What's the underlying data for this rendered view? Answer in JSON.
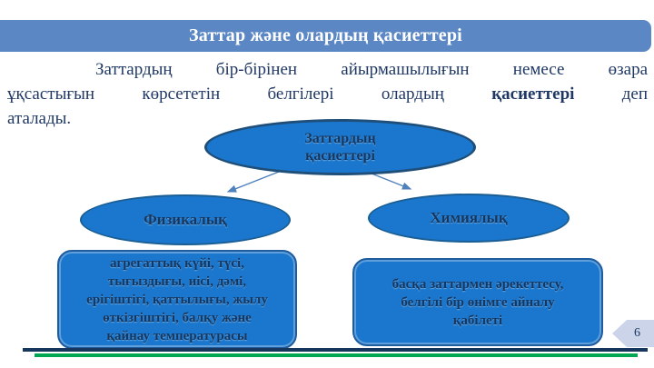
{
  "slide": {
    "title": "Заттар және олардың қасиеттері",
    "paragraph": {
      "line1": "Заттардың бір-бірінен айырмашылығын немесе өзара",
      "line2_before": "ұқсастығын көрсететін белгілері олардың ",
      "line2_bold": "қасиеттері",
      "line2_after": " деп",
      "line3": "аталады."
    },
    "diagram": {
      "root_line1": "Заттардың",
      "root_line2": "қасиеттері",
      "left_branch": "Физикалық",
      "right_branch": "Химиялық",
      "left_detail_lines": [
        "агрегаттық күйі, түсі,",
        "тығыздығы, иісі, дәмі,",
        "ерігіштігі, қаттылығы, жылу",
        "өткізгіштігі, балқу және",
        "қайнау температурасы"
      ],
      "right_detail_lines": [
        "басқа заттармен әрекеттесу,",
        "белгілі бір өнімге айналу",
        "қабілеті"
      ]
    },
    "page_number": "6",
    "colors": {
      "title_bar": "#5b87c5",
      "shape_fill": "#1b77cd",
      "shape_border": "#1f4e79",
      "shape_text": "#15365f",
      "body_text": "#1f3864",
      "underline_navy": "#17365d",
      "underline_green": "#00a651",
      "page_tab_fill": "#ccd4ea",
      "connector": "#4f81bd"
    }
  }
}
